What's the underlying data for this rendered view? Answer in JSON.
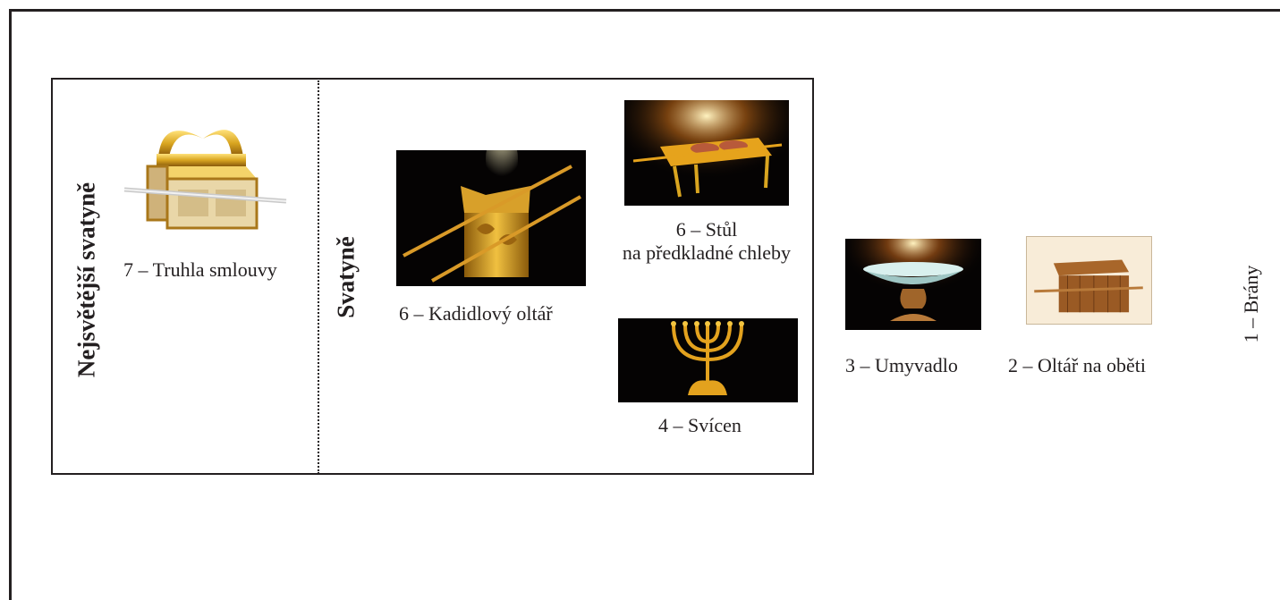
{
  "rooms": {
    "most_holy": "Nejsvětější svatyně",
    "holy": "Svatyně"
  },
  "items": {
    "ark": "7 – Truhla smlouvy",
    "incense_altar": "6 – Kadidlový oltář",
    "table_line1": "6 – Stůl",
    "table_line2": "na předkladné chleby",
    "lampstand": "4 – Svícen",
    "laver": "3 – Umyvadlo",
    "burnt_altar": "2 – Oltář na oběti",
    "gate": "1 – Brány"
  },
  "colors": {
    "gold": "#d9a520",
    "dark_background": "#050303",
    "cream_background": "#f8ecd8",
    "line": "#231f20"
  }
}
